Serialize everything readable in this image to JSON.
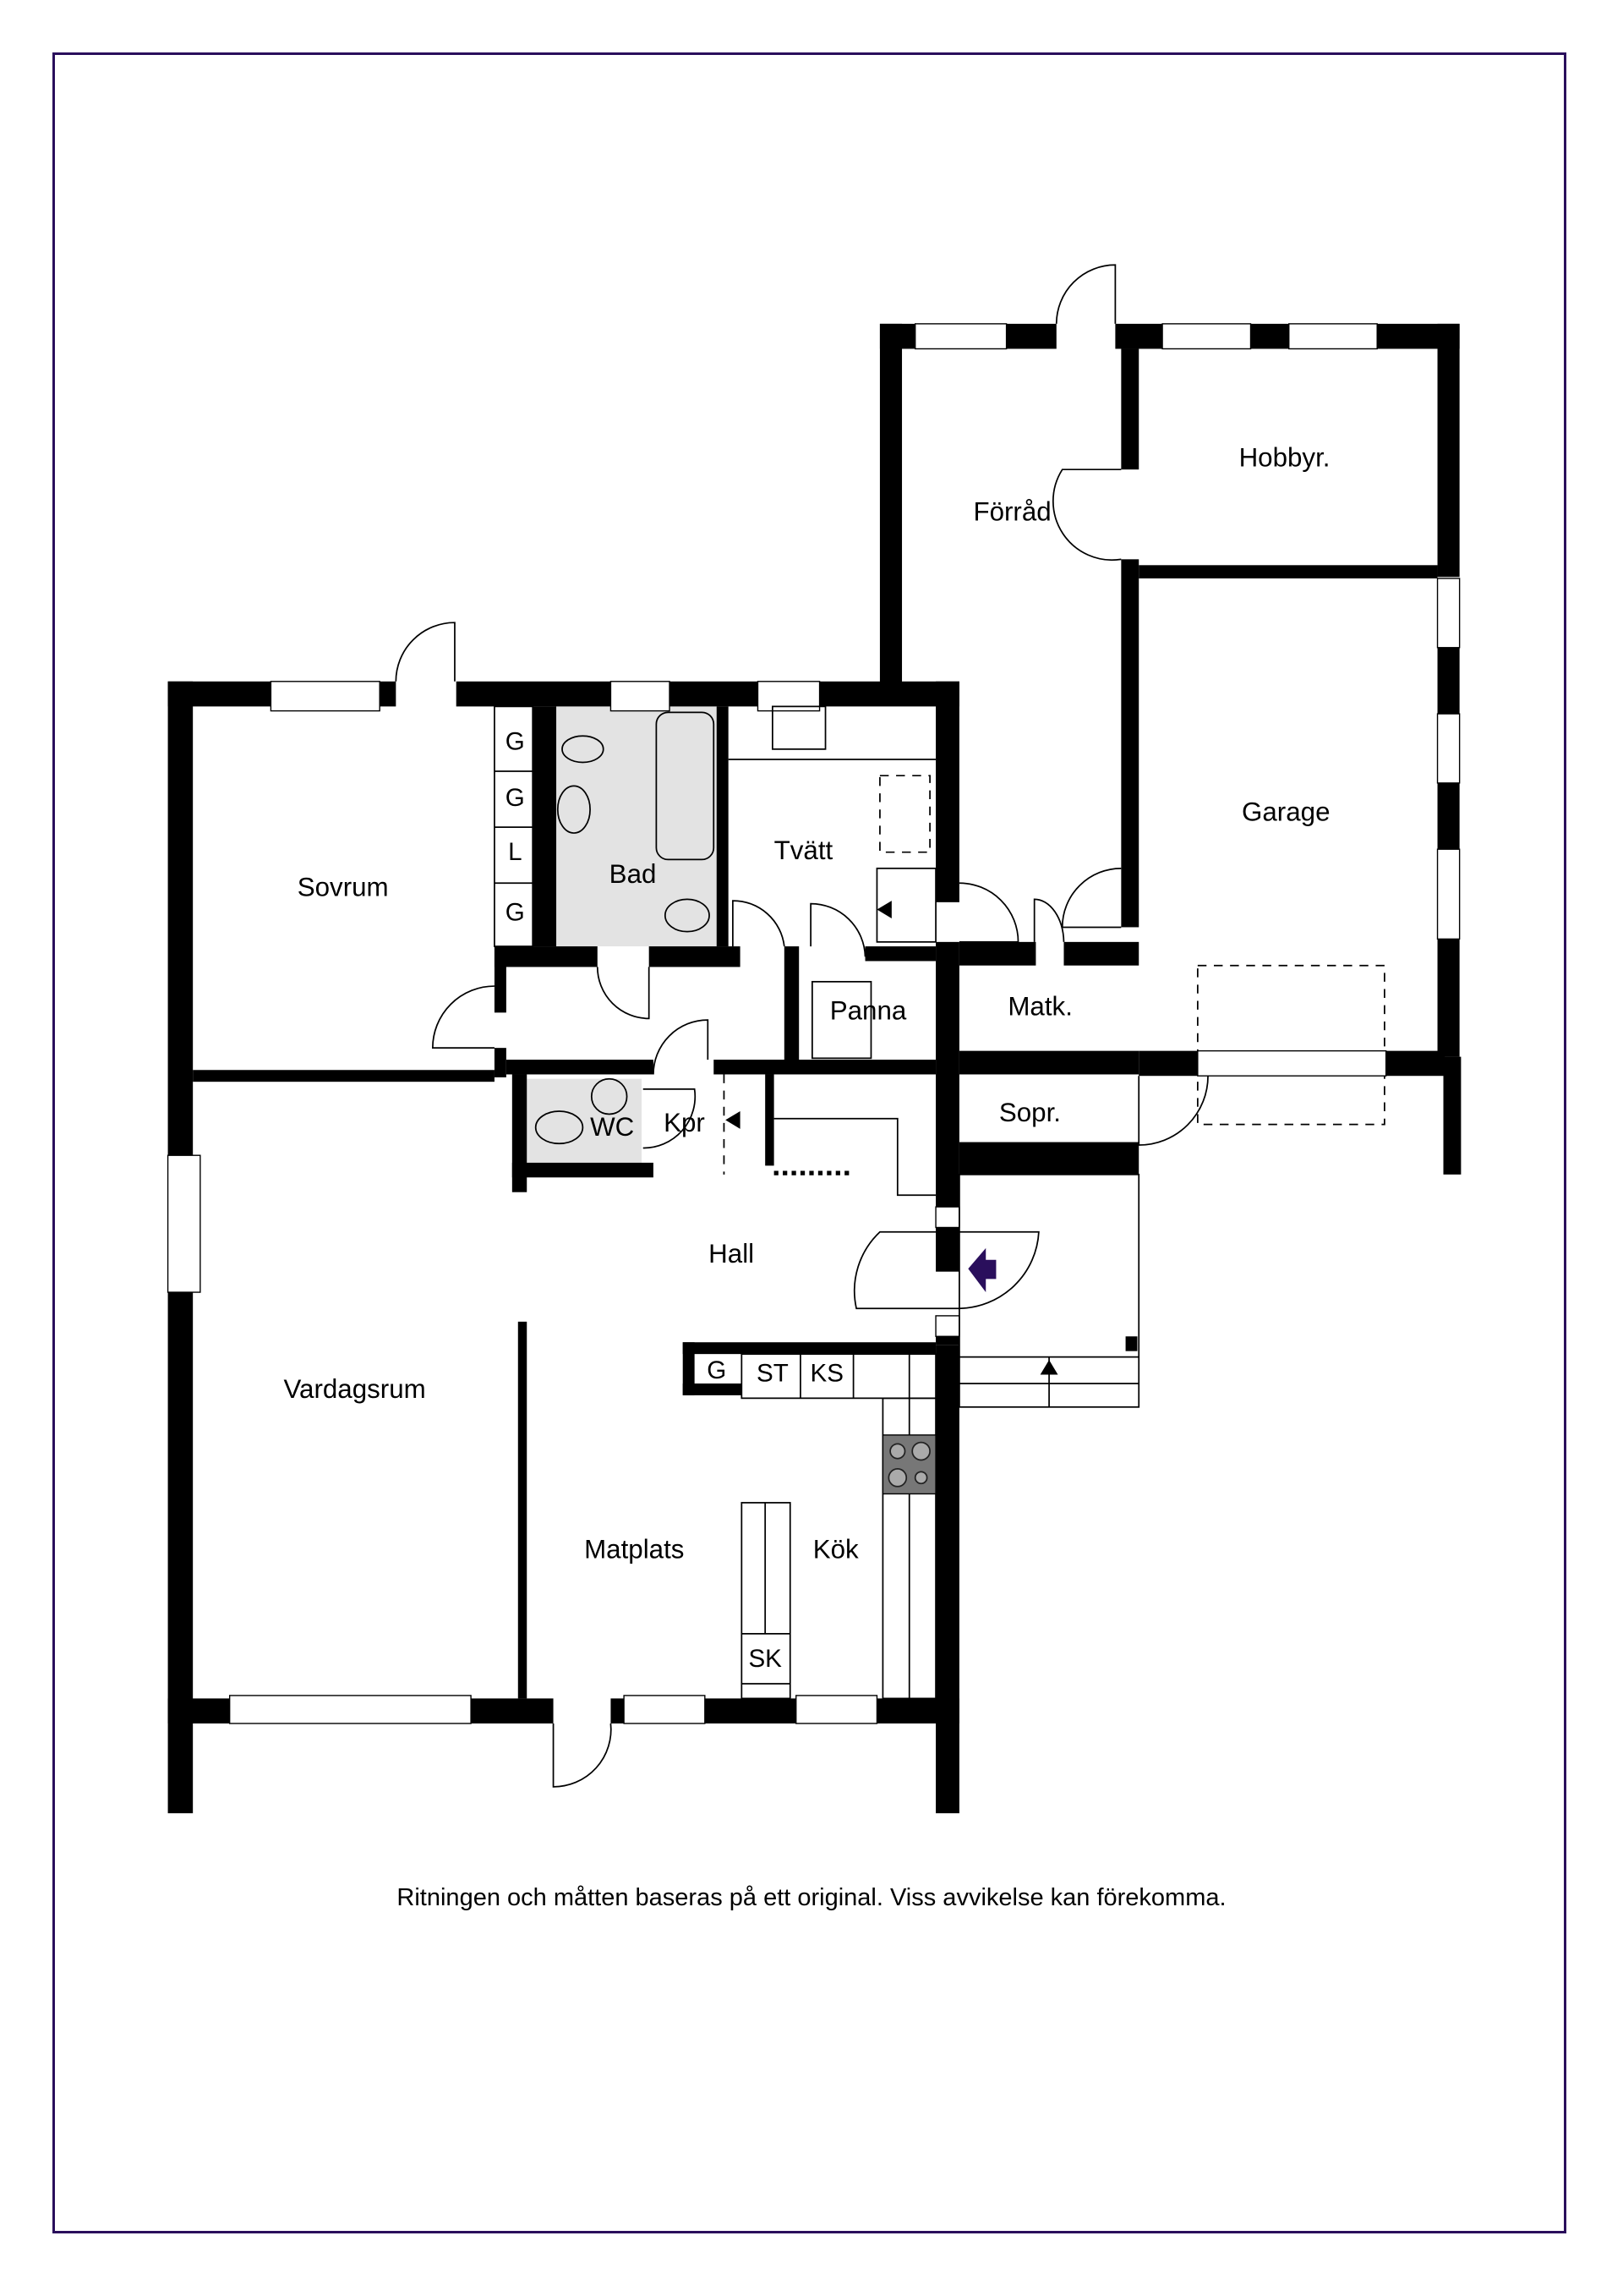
{
  "plan": {
    "rooms": {
      "forrad": "Förråd",
      "hobbyrum": "Hobbyr.",
      "garage": "Garage",
      "sovrum": "Sovrum",
      "bad": "Bad",
      "tvatt": "Tvätt",
      "panna": "Panna",
      "matkallare": "Matk.",
      "sopor": "Sopr.",
      "wc": "WC",
      "kapprum": "Kpr",
      "hall": "Hall",
      "vardagsrum": "Vardagsrum",
      "matplats": "Matplats",
      "kok": "Kök"
    },
    "closets": [
      "G",
      "G",
      "L",
      "G"
    ],
    "kitchen_units": {
      "g": "G",
      "st": "ST",
      "ks": "KS",
      "sk": "SK"
    },
    "entrance_arrow_color": "#2a0f5c",
    "frame_color": "#2a0f5c",
    "wet_room_fill": "#e3e3e3"
  },
  "footer": {
    "disclaimer": "Ritningen och måtten baseras på ett original. Viss avvikelse kan förekomma."
  }
}
